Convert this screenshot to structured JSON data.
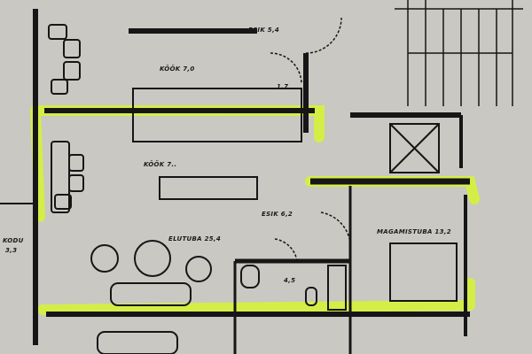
{
  "title": "Floor plan with highlighted walls",
  "colors": {
    "paper": "#c9c8c3",
    "ink": "#161616",
    "highlight": "#d6f23a"
  },
  "rooms": [
    {
      "id": "esik-top",
      "label": "ESIK 5,4"
    },
    {
      "id": "kook-top",
      "label": "KÖÖK 7,0"
    },
    {
      "id": "wc-top",
      "label": "1,7"
    },
    {
      "id": "kook-mid",
      "label": "KÖÖK 7.."
    },
    {
      "id": "esik-mid",
      "label": "ESIK 6,2"
    },
    {
      "id": "elutuba",
      "label": "ELUTUBA 25,4"
    },
    {
      "id": "bath",
      "label": "4,5"
    },
    {
      "id": "magamistuba",
      "label": "MAGAMISTUBA 13,2"
    },
    {
      "id": "kodu",
      "label": "KODU"
    },
    {
      "id": "kodu-area",
      "label": "3,3"
    }
  ]
}
